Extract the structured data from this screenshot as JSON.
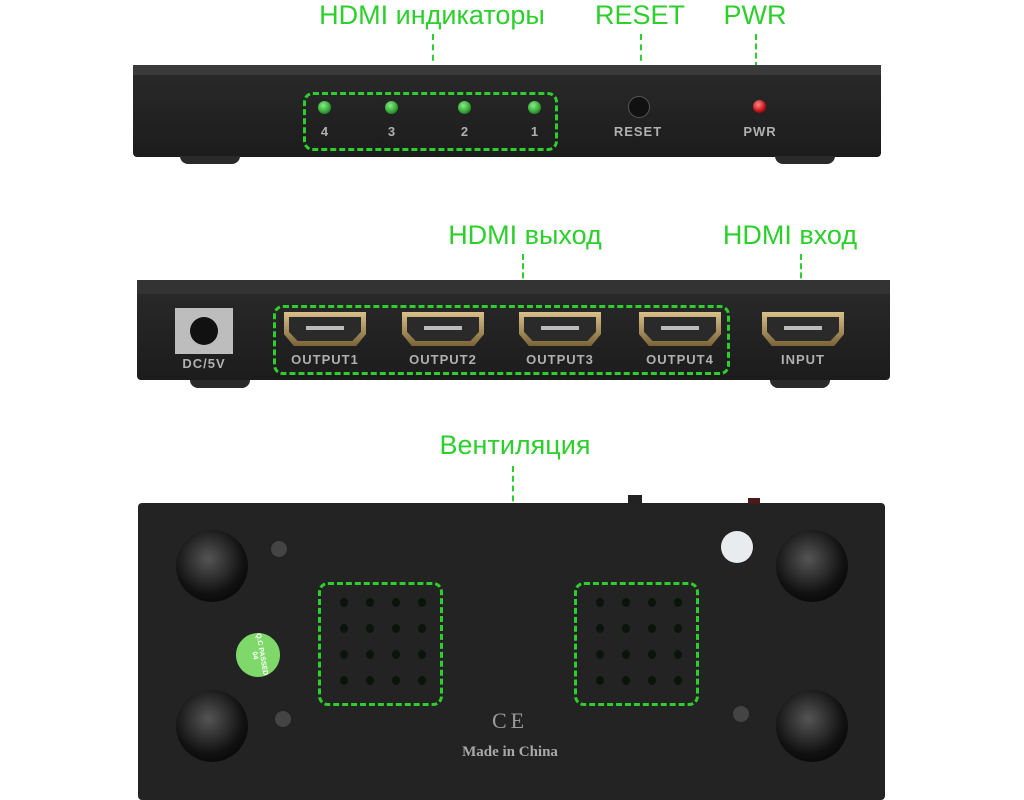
{
  "callouts": {
    "indicators": "HDMI индикаторы",
    "reset": "RESET",
    "pwr": "PWR",
    "hdmi_out": "HDMI выход",
    "hdmi_in": "HDMI вход",
    "ventilation": "Вентиляция"
  },
  "front_panel": {
    "led_labels": [
      "4",
      "3",
      "2",
      "1"
    ],
    "reset_label": "RESET",
    "pwr_label": "PWR",
    "led_color": "#2fa02f",
    "pwr_led_color": "#c01010"
  },
  "rear_panel": {
    "dc_label": "DC/5V",
    "outputs": [
      "OUTPUT1",
      "OUTPUT2",
      "OUTPUT3",
      "OUTPUT4"
    ],
    "input_label": "INPUT"
  },
  "bottom_panel": {
    "qc_sticker": "Q.C PASSED 04",
    "marks": "CE",
    "made_in": "Made in China"
  },
  "accent_color": "#2ccf2c"
}
